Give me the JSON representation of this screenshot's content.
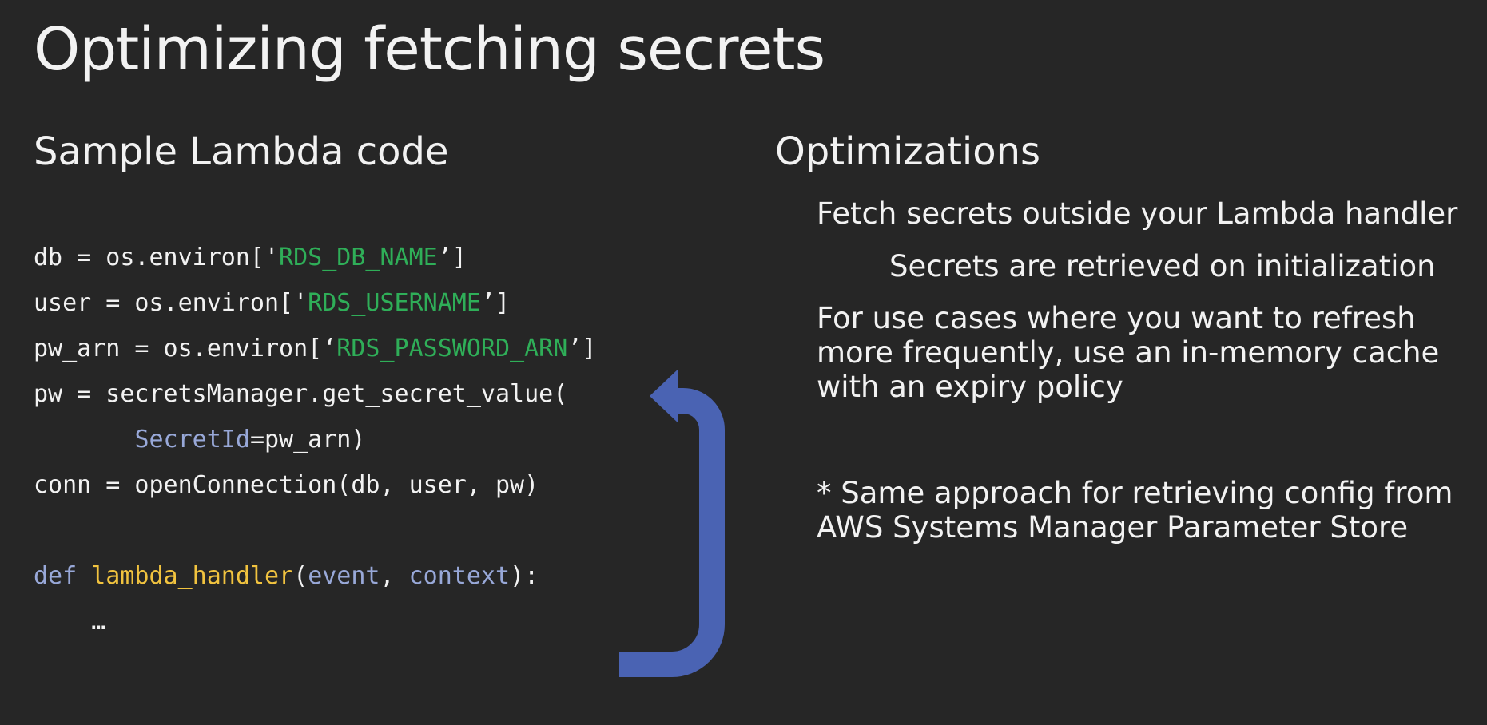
{
  "slide": {
    "title": "Optimizing fetching secrets"
  },
  "code_section": {
    "heading": "Sample Lambda code",
    "lines": [
      {
        "part1": "db = os.environ['",
        "str": "RDS_DB_NAME",
        "part2": "’]"
      },
      {
        "part1": "user = os.environ['",
        "str": "RDS_USERNAME",
        "part2": "’]"
      },
      {
        "part1": "pw_arn = os.environ[‘",
        "str": "RDS_PASSWORD_ARN",
        "part2": "’]"
      },
      {
        "text": "pw = secretsManager.get_secret_value("
      },
      {
        "indent": "       ",
        "param": "SecretId",
        "rest": "=pw_arn)"
      },
      {
        "text": "conn = openConnection(db, user, pw)"
      },
      {
        "text": ""
      },
      {
        "kw": "def",
        "space": " ",
        "fn": "lambda_handler",
        "open": "(",
        "arg1": "event",
        "comma": ", ",
        "arg2": "context",
        "close": "):"
      },
      {
        "text": "    …"
      }
    ]
  },
  "optimizations": {
    "heading": "Optimizations",
    "items": [
      "Fetch secrets outside your Lambda handler",
      "Secrets are retrieved on initialization",
      "For use cases where you want to refresh more frequently, use an in-memory cache with an expiry policy",
      "* Same approach for retrieving config from AWS Systems Manager Parameter Store"
    ]
  },
  "colors": {
    "background": "#262626",
    "text": "#f2f2f2",
    "string": "#2fae58",
    "keyword": "#98a8d8",
    "function": "#f1c33f",
    "arrow": "#4a63b3"
  },
  "icons": {
    "arrow": "curved-return-arrow-icon"
  }
}
